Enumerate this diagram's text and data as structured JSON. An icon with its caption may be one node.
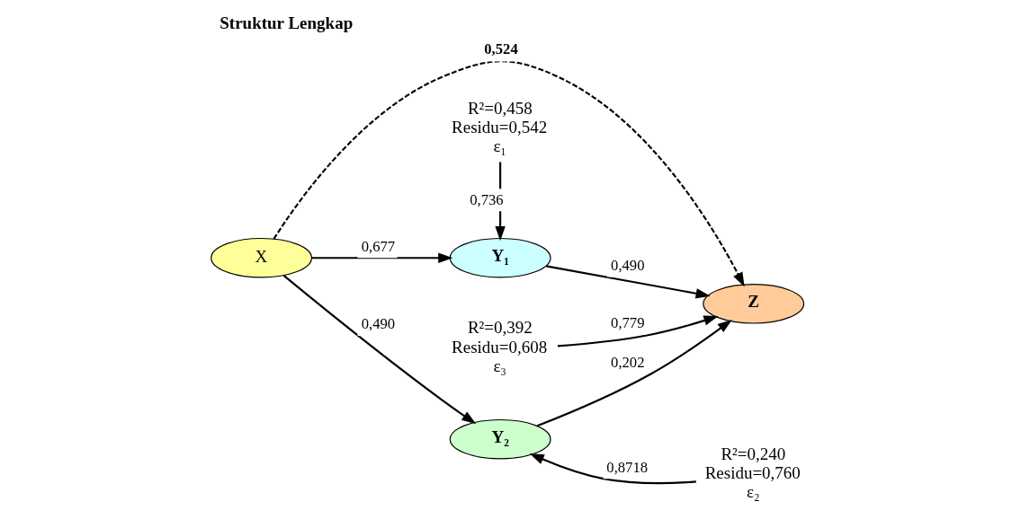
{
  "diagram": {
    "title": "Struktur Lengkap",
    "nodes": [
      {
        "text": [
          "X"
        ]
      },
      {
        "text": [
          "Y₁"
        ]
      },
      {
        "text": [
          "Y₂"
        ]
      },
      {
        "text": [
          "Z"
        ]
      },
      {
        "text": [
          "ε₁"
        ],
        "beside": [
          "R²=0,458",
          "Residu=0,542"
        ]
      },
      {
        "text": [
          "ε₂"
        ],
        "beside": [
          "R²=0,240",
          "Residu=0,760"
        ]
      },
      {
        "text": [
          "ε₃"
        ],
        "beside": [
          "R²=0,392",
          "Residu=0,608"
        ]
      }
    ],
    "edges": [
      {
        "from": 0,
        "to": 1,
        "arrow": "to",
        "label": "0,677"
      },
      {
        "from": 1,
        "to": 3,
        "arrow": "to",
        "label": "0,490"
      },
      {
        "from": 0,
        "to": 3,
        "arrow": "to",
        "label": "0,524",
        "style": "dashed"
      },
      {
        "from": 0,
        "to": 2,
        "arrow": "to",
        "label": "0,490"
      },
      {
        "from": 2,
        "to": 3,
        "arrow": "to",
        "label": "0,202"
      },
      {
        "from": 4,
        "to": 1,
        "arrow": "to",
        "label": "0,736"
      },
      {
        "from": 5,
        "to": 2,
        "arrow": "to",
        "label": "0,8718"
      },
      {
        "from": 6,
        "to": 3,
        "arrow": "to",
        "label": "0,779"
      }
    ]
  }
}
